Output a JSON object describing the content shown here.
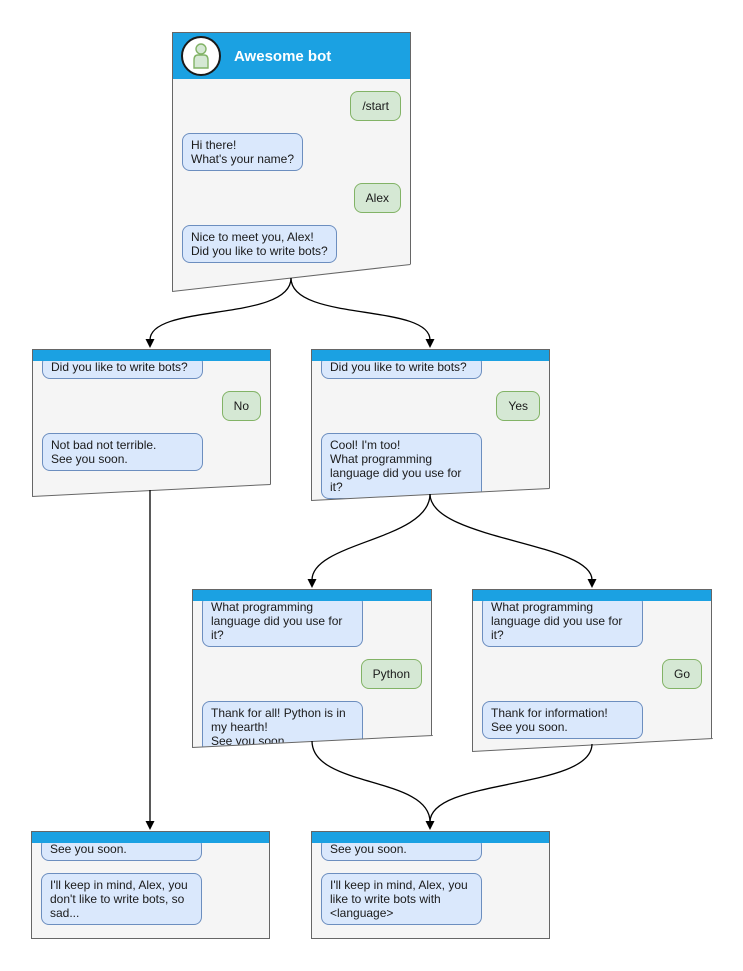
{
  "colors": {
    "accent_blue": "#1ba1e2",
    "window_bg": "#f5f5f5",
    "window_border": "#666666",
    "bot_bubble_bg": "#dae8fc",
    "bot_bubble_border": "#6c8ebf",
    "user_bubble_bg": "#d5e8d4",
    "user_bubble_border": "#82b366",
    "connector": "#000000"
  },
  "windows": {
    "main": {
      "title": "Awesome bot",
      "avatar_icon": "person-icon",
      "messages": [
        {
          "from": "user",
          "text": "/start"
        },
        {
          "from": "bot",
          "text": "Hi there!\nWhat's your name?"
        },
        {
          "from": "user",
          "text": "Alex"
        },
        {
          "from": "bot",
          "text": "Nice to meet you, Alex!\nDid you like to write bots?"
        }
      ]
    },
    "branch_no": {
      "messages": [
        {
          "from": "bot",
          "text": "Did you like to write bots?"
        },
        {
          "from": "user",
          "text": "No"
        },
        {
          "from": "bot",
          "text": "Not bad not terrible.\nSee you soon."
        }
      ]
    },
    "branch_yes": {
      "messages": [
        {
          "from": "bot",
          "text": "Did you like to write bots?"
        },
        {
          "from": "user",
          "text": "Yes"
        },
        {
          "from": "bot",
          "text": "Cool! I'm too!\nWhat programming\nlanguage did you use for it?"
        }
      ]
    },
    "branch_python": {
      "messages": [
        {
          "from": "bot",
          "text": "What programming\nlanguage did you use for it?"
        },
        {
          "from": "user",
          "text": "Python"
        },
        {
          "from": "bot",
          "text": "Thank for all! Python is in\nmy hearth!\nSee you soon."
        }
      ]
    },
    "branch_go": {
      "messages": [
        {
          "from": "bot",
          "text": "What programming\nlanguage did you use for it?"
        },
        {
          "from": "user",
          "text": "Go"
        },
        {
          "from": "bot",
          "text": "Thank for information!\nSee you soon."
        }
      ]
    },
    "end_no": {
      "messages": [
        {
          "from": "bot",
          "text": "See you soon."
        },
        {
          "from": "bot",
          "text": "I'll keep in mind, Alex, you\ndon't like to write bots, so\nsad..."
        }
      ]
    },
    "end_yes": {
      "messages": [
        {
          "from": "bot",
          "text": "See you soon."
        },
        {
          "from": "bot",
          "text": "I'll keep in mind, Alex, you\nlike to write bots with\n<language>"
        }
      ]
    }
  },
  "connectors": [
    {
      "from": "main",
      "to": "branch_no"
    },
    {
      "from": "main",
      "to": "branch_yes"
    },
    {
      "from": "branch_no",
      "to": "end_no"
    },
    {
      "from": "branch_yes",
      "to": "branch_python"
    },
    {
      "from": "branch_yes",
      "to": "branch_go"
    },
    {
      "from": "branch_python",
      "to": "end_yes"
    },
    {
      "from": "branch_go",
      "to": "end_yes"
    }
  ]
}
